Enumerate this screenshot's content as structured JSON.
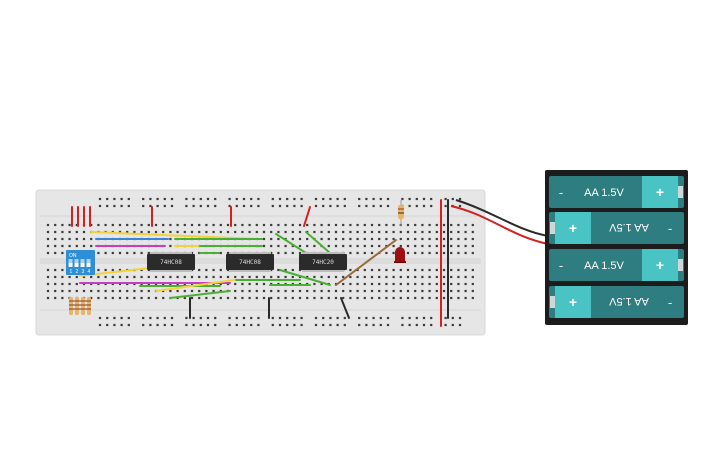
{
  "chips": [
    {
      "label": "74HC08"
    },
    {
      "label": "74HC08"
    },
    {
      "label": "74HC20"
    }
  ],
  "dip_switch": {
    "on_label": "ON",
    "positions": [
      "1",
      "2",
      "3",
      "4"
    ]
  },
  "battery_pack": {
    "cells": [
      {
        "label": "AA 1.5V",
        "orientation": "normal",
        "left_sign": "-",
        "right_sign": "+"
      },
      {
        "label": "AA 1.5V",
        "orientation": "flipped",
        "left_sign": "+",
        "right_sign": "-"
      },
      {
        "label": "AA 1.5V",
        "orientation": "normal",
        "left_sign": "-",
        "right_sign": "+"
      },
      {
        "label": "AA 1.5V",
        "orientation": "flipped",
        "left_sign": "+",
        "right_sign": "-"
      }
    ]
  },
  "colors": {
    "breadboard": "#e6e6e6",
    "chip": "#2b2b2b",
    "wire_red": "#d61f1f",
    "wire_yellow": "#f2d23c",
    "wire_green": "#49b034",
    "wire_magenta": "#c43fc4",
    "wire_blue": "#3a86d6",
    "wire_brown": "#9a6a3a",
    "wire_black": "#2a2a2a",
    "dip_switch": "#2f8fd6",
    "led": "#9e1010",
    "battery_cell": "#2e7d80",
    "battery_cap": "#49c3c3"
  }
}
